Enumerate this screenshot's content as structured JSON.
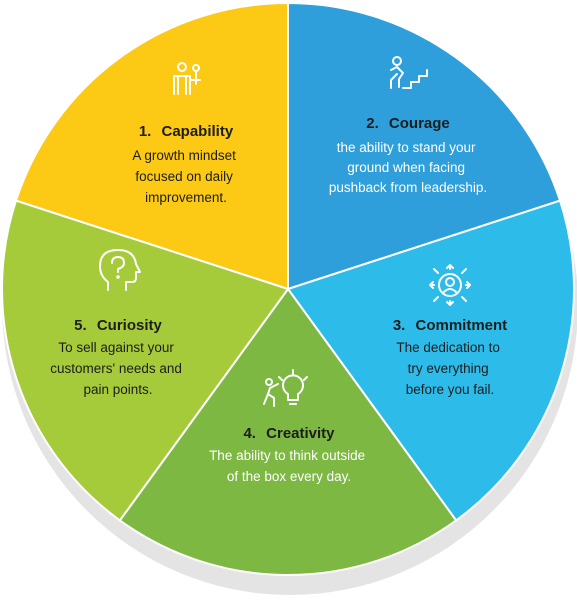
{
  "segments": [
    {
      "key": "capability",
      "number": "1.",
      "title": "Capability",
      "description": [
        "A growth mindset",
        "focused on daily",
        "improvement."
      ],
      "color": "#FCC914",
      "text_color": "#1d1d1d",
      "icon": "person-key-icon"
    },
    {
      "key": "courage",
      "number": "2.",
      "title": "Courage",
      "description": [
        "the ability to stand your",
        "ground when facing",
        "pushback from leadership."
      ],
      "color": "#2E9FDB",
      "text_color": "#ffffff",
      "icon": "person-climbing-stairs-icon"
    },
    {
      "key": "commitment",
      "number": "3.",
      "title": "Commitment",
      "description": [
        "The dedication to",
        "try everything",
        "before you fail."
      ],
      "color": "#2DBBEA",
      "text_color": "#1d1d1d",
      "icon": "person-target-arrows-icon"
    },
    {
      "key": "creativity",
      "number": "4.",
      "title": "Creativity",
      "description": [
        "The ability to think outside",
        "of the box every day."
      ],
      "color": "#7DB843",
      "text_color": "#ffffff",
      "icon": "person-lightbulb-icon"
    },
    {
      "key": "curiosity",
      "number": "5.",
      "title": "Curiosity",
      "description": [
        "To sell against your",
        "customers' needs and",
        "pain points."
      ],
      "color": "#A6CB3A",
      "text_color": "#1d1d1d",
      "icon": "head-question-icon"
    }
  ]
}
